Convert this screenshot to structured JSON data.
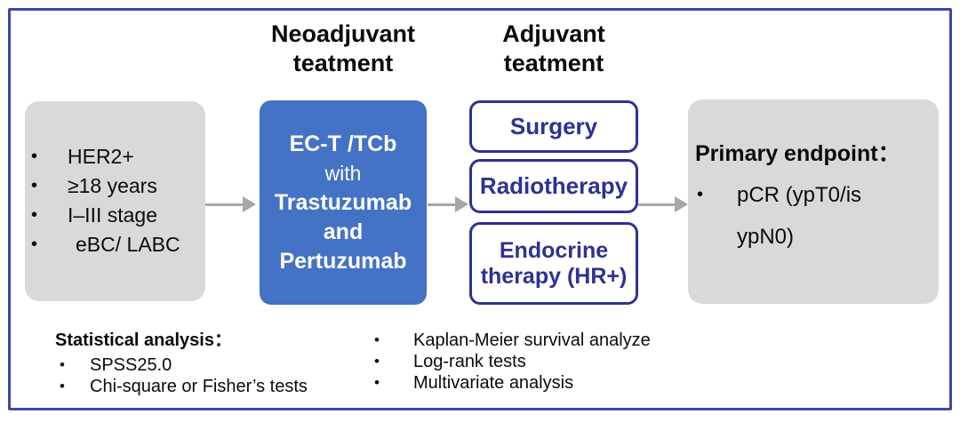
{
  "colors": {
    "frame_border": "#4145ad",
    "gray_box": "#d9d9d9",
    "blue_box": "#4472c4",
    "navy_outline_text": "#2e3192",
    "arrow": "#a6a6a6"
  },
  "headings": {
    "neoadjuvant": [
      "Neoadjuvant",
      "teatment"
    ],
    "adjuvant": [
      "Adjuvant",
      "teatment"
    ]
  },
  "eligibility_box": {
    "items": [
      "HER2+",
      "≥18 years",
      "I–III stage",
      "eBC/ LABC"
    ]
  },
  "neoadjuvant_box": {
    "lines": [
      "EC-T /TCb",
      "with",
      "Trastuzumab",
      "and",
      "Pertuzumab"
    ]
  },
  "adjuvant_boxes": [
    "Surgery",
    "Radiotherapy",
    "Endocrine therapy (HR+)"
  ],
  "endpoint_box": {
    "title": "Primary endpoint：",
    "bullet_lines": [
      "pCR (ypT0/is",
      "ypN0)"
    ]
  },
  "statistics": {
    "title": "Statistical analysis：",
    "left_items": [
      "SPSS25.0",
      "Chi-square or Fisher’s tests"
    ],
    "right_items": [
      "Kaplan-Meier survival analyze",
      "Log-rank tests",
      "Multivariate analysis"
    ]
  }
}
